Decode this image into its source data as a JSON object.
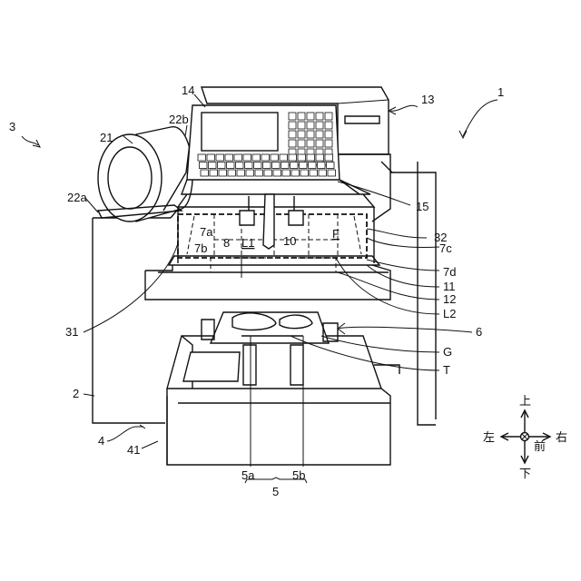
{
  "labels": {
    "l1": "1",
    "l3": "3",
    "l13": "13",
    "l14": "14",
    "l15": "15",
    "l21": "21",
    "l22a": "22a",
    "l22b": "22b",
    "l7a": "7a",
    "l7b": "7b",
    "l7c": "7c",
    "l7d": "7d",
    "l8": "8",
    "lL1": "L1",
    "l10": "10",
    "lF": "F",
    "l32": "32",
    "l11": "11",
    "l12": "12",
    "lL2": "L2",
    "l31": "31",
    "l6": "6",
    "lG": "G",
    "lT": "T",
    "l2": "2",
    "l4": "4",
    "l41": "41",
    "l5a": "5a",
    "l5b": "5b",
    "l5": "5"
  },
  "compass": {
    "up": "上",
    "down": "下",
    "left": "左",
    "right": "右",
    "front": "前"
  }
}
